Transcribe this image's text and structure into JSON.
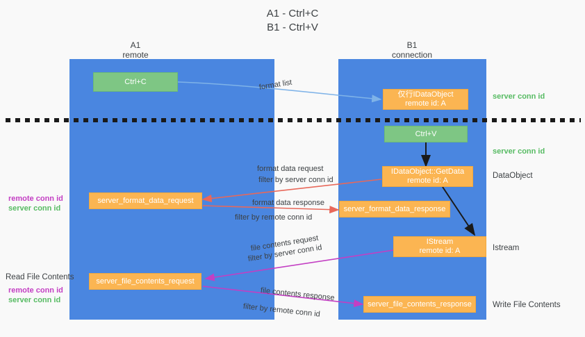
{
  "title": "A1 - Ctrl+C\nB1 - Ctrl+V",
  "columns": [
    {
      "name": "A1",
      "sub": "remote",
      "label": "A1\nremote"
    },
    {
      "name": "B1",
      "sub": "connection",
      "label": "B1\nconnection"
    }
  ],
  "nodes": {
    "ctrl_c": "Ctrl+C",
    "clipboard_idataobject": "仅行IDataObject\nremote id: A",
    "ctrl_v": "Ctrl+V",
    "getdata": "IDataObject::GetData\nremote id: A",
    "istream": "IStream\nremote id: A",
    "server_format_data_request": "server_format_data_request",
    "server_format_data_response": "server_format_data_response",
    "server_file_contents_request": "server_file_contents_request",
    "server_file_contents_response": "server_file_contents_response"
  },
  "edge_labels": {
    "format_list": "format list",
    "format_data_request": "format data request",
    "format_data_response": "format data response",
    "file_contents_request": "file contents request",
    "file_contents_response": "file contents response",
    "filter_by": "filter by ",
    "server_conn_id": "server conn id",
    "remote_conn_id": "remote conn id"
  },
  "side_labels": {
    "server_conn_id_1": "server conn id",
    "server_conn_id_2": "server conn id",
    "dataobject": "DataObject",
    "istream": "Istream",
    "write_file_contents": "Write File Contents",
    "read_file_contents": "Read File Contents",
    "remote_conn_id": "remote conn id",
    "server_conn_id": "server conn id"
  },
  "colors": {
    "lane": "#4a86e0",
    "green_node": "#7ec684",
    "orange_node": "#fbb552",
    "server_conn_id": "#57bb63",
    "remote_conn_id": "#c33fc3",
    "blue_arrow": "#7fb3e8",
    "red_arrow": "#e8685a",
    "magenta_arrow": "#c33fc3",
    "black_arrow": "#1a1a1a",
    "background": "#f9f9f9"
  }
}
